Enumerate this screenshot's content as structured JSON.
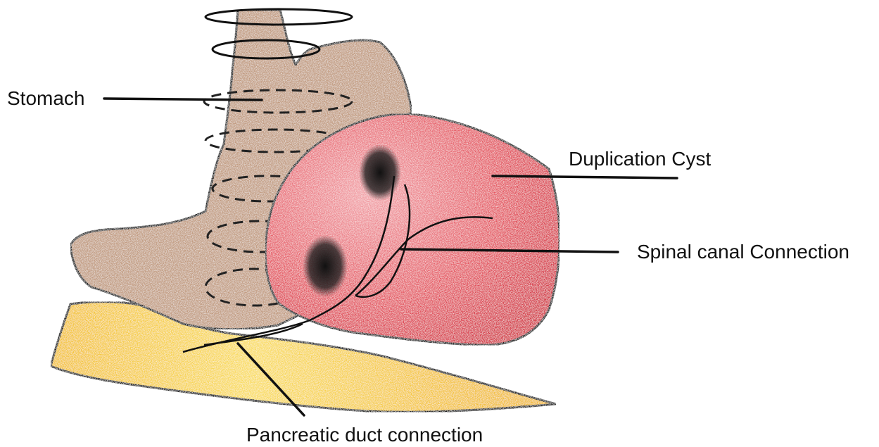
{
  "labels": {
    "stomach": "Stomach",
    "duplication_cyst": "Duplication Cyst",
    "spinal_canal_connection": "Spinal canal Connection",
    "pancreatic_duct_connection": "Pancreatic duct connection"
  },
  "colors": {
    "stomach": "#c19a7e",
    "cyst": "#e55560",
    "cyst_dark": "#d43040",
    "pancreas": "#f3c12c",
    "pancreas_light": "#f9dc5c",
    "outline": "#111111",
    "background": "#ffffff"
  }
}
